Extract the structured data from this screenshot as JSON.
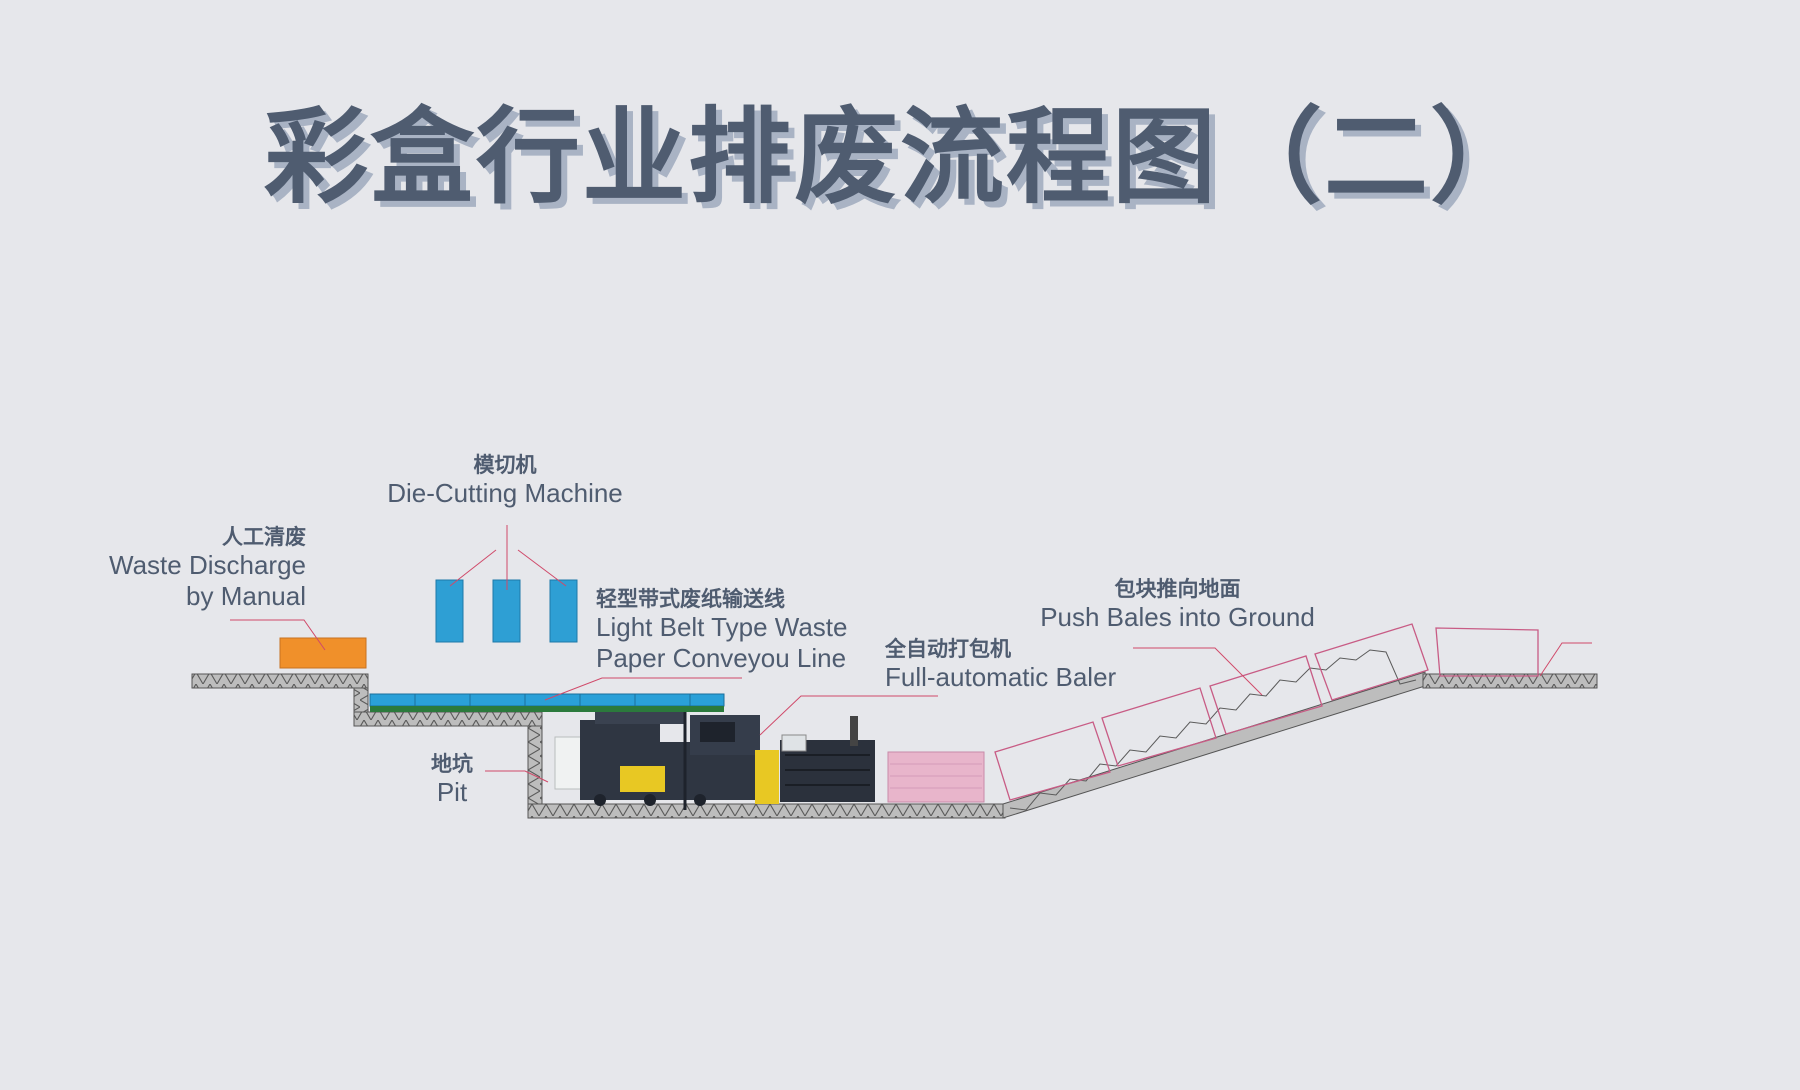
{
  "title": "彩盒行业排废流程图（二）",
  "labels": {
    "manual": {
      "zh": "人工清废",
      "en1": "Waste Discharge",
      "en2": "by Manual"
    },
    "die_cut": {
      "zh": "模切机",
      "en": "Die-Cutting Machine"
    },
    "conveyor": {
      "zh": "轻型带式废纸输送线",
      "en1": "Light Belt Type Waste",
      "en2": "Paper Conveyou Line"
    },
    "baler": {
      "zh": "全自动打包机",
      "en": "Full-automatic Baler"
    },
    "push": {
      "zh": "包块推向地面",
      "en": "Push Bales into Ground"
    },
    "pit": {
      "zh": "地坑",
      "en": "Pit"
    }
  },
  "colors": {
    "background": "#e6e7eb",
    "title": "#4f5c70",
    "title_shadow": "#a9b3c4",
    "label": "#4f5c70",
    "leader": "#d04a6a",
    "ground": "#bfbfbf",
    "waste_box": "#f0902a",
    "cutter": "#2e9fd4",
    "conveyor_blue": "#2aa0d8",
    "conveyor_green": "#2b7a3c",
    "baler_body": "#2f3642",
    "baler_yellow": "#e8c823",
    "bale_pink": "#e8b5cb"
  }
}
